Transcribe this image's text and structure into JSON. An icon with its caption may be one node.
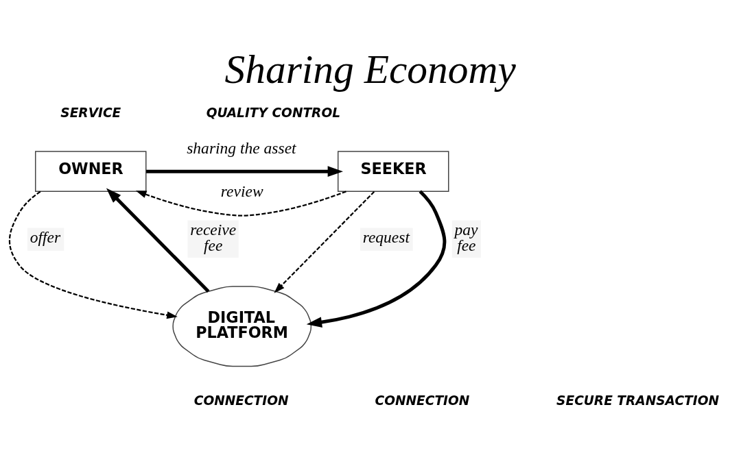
{
  "diagram": {
    "title": "Sharing Economy",
    "nodes": [
      {
        "text": [
          "OWNER"
        ]
      },
      {
        "text": [
          "SEEKER"
        ]
      },
      {
        "text": [
          "DIGITAL PLATFORM"
        ]
      }
    ],
    "edges": [
      {
        "from": 0,
        "to": 1,
        "arrow": "to",
        "style": "thick",
        "label": "sharing the asset"
      },
      {
        "from": 1,
        "to": 0,
        "arrow": "to",
        "style": "dashed",
        "label": "review"
      },
      {
        "from": 0,
        "to": 2,
        "arrow": "to",
        "style": "dashed",
        "label": "offer"
      },
      {
        "from": 1,
        "to": 2,
        "arrow": "to",
        "style": "dashed",
        "label": "request"
      },
      {
        "from": 1,
        "to": 2,
        "arrow": "to",
        "style": "thick",
        "label": "pay fee"
      },
      {
        "from": 2,
        "to": 0,
        "arrow": "to",
        "style": "thick",
        "label": "receive fee"
      }
    ],
    "labels": [
      "SERVICE",
      "QUALITY CONTROL",
      "CONNECTION",
      "CONNECTION",
      "SECURE TRANSACTION"
    ]
  }
}
